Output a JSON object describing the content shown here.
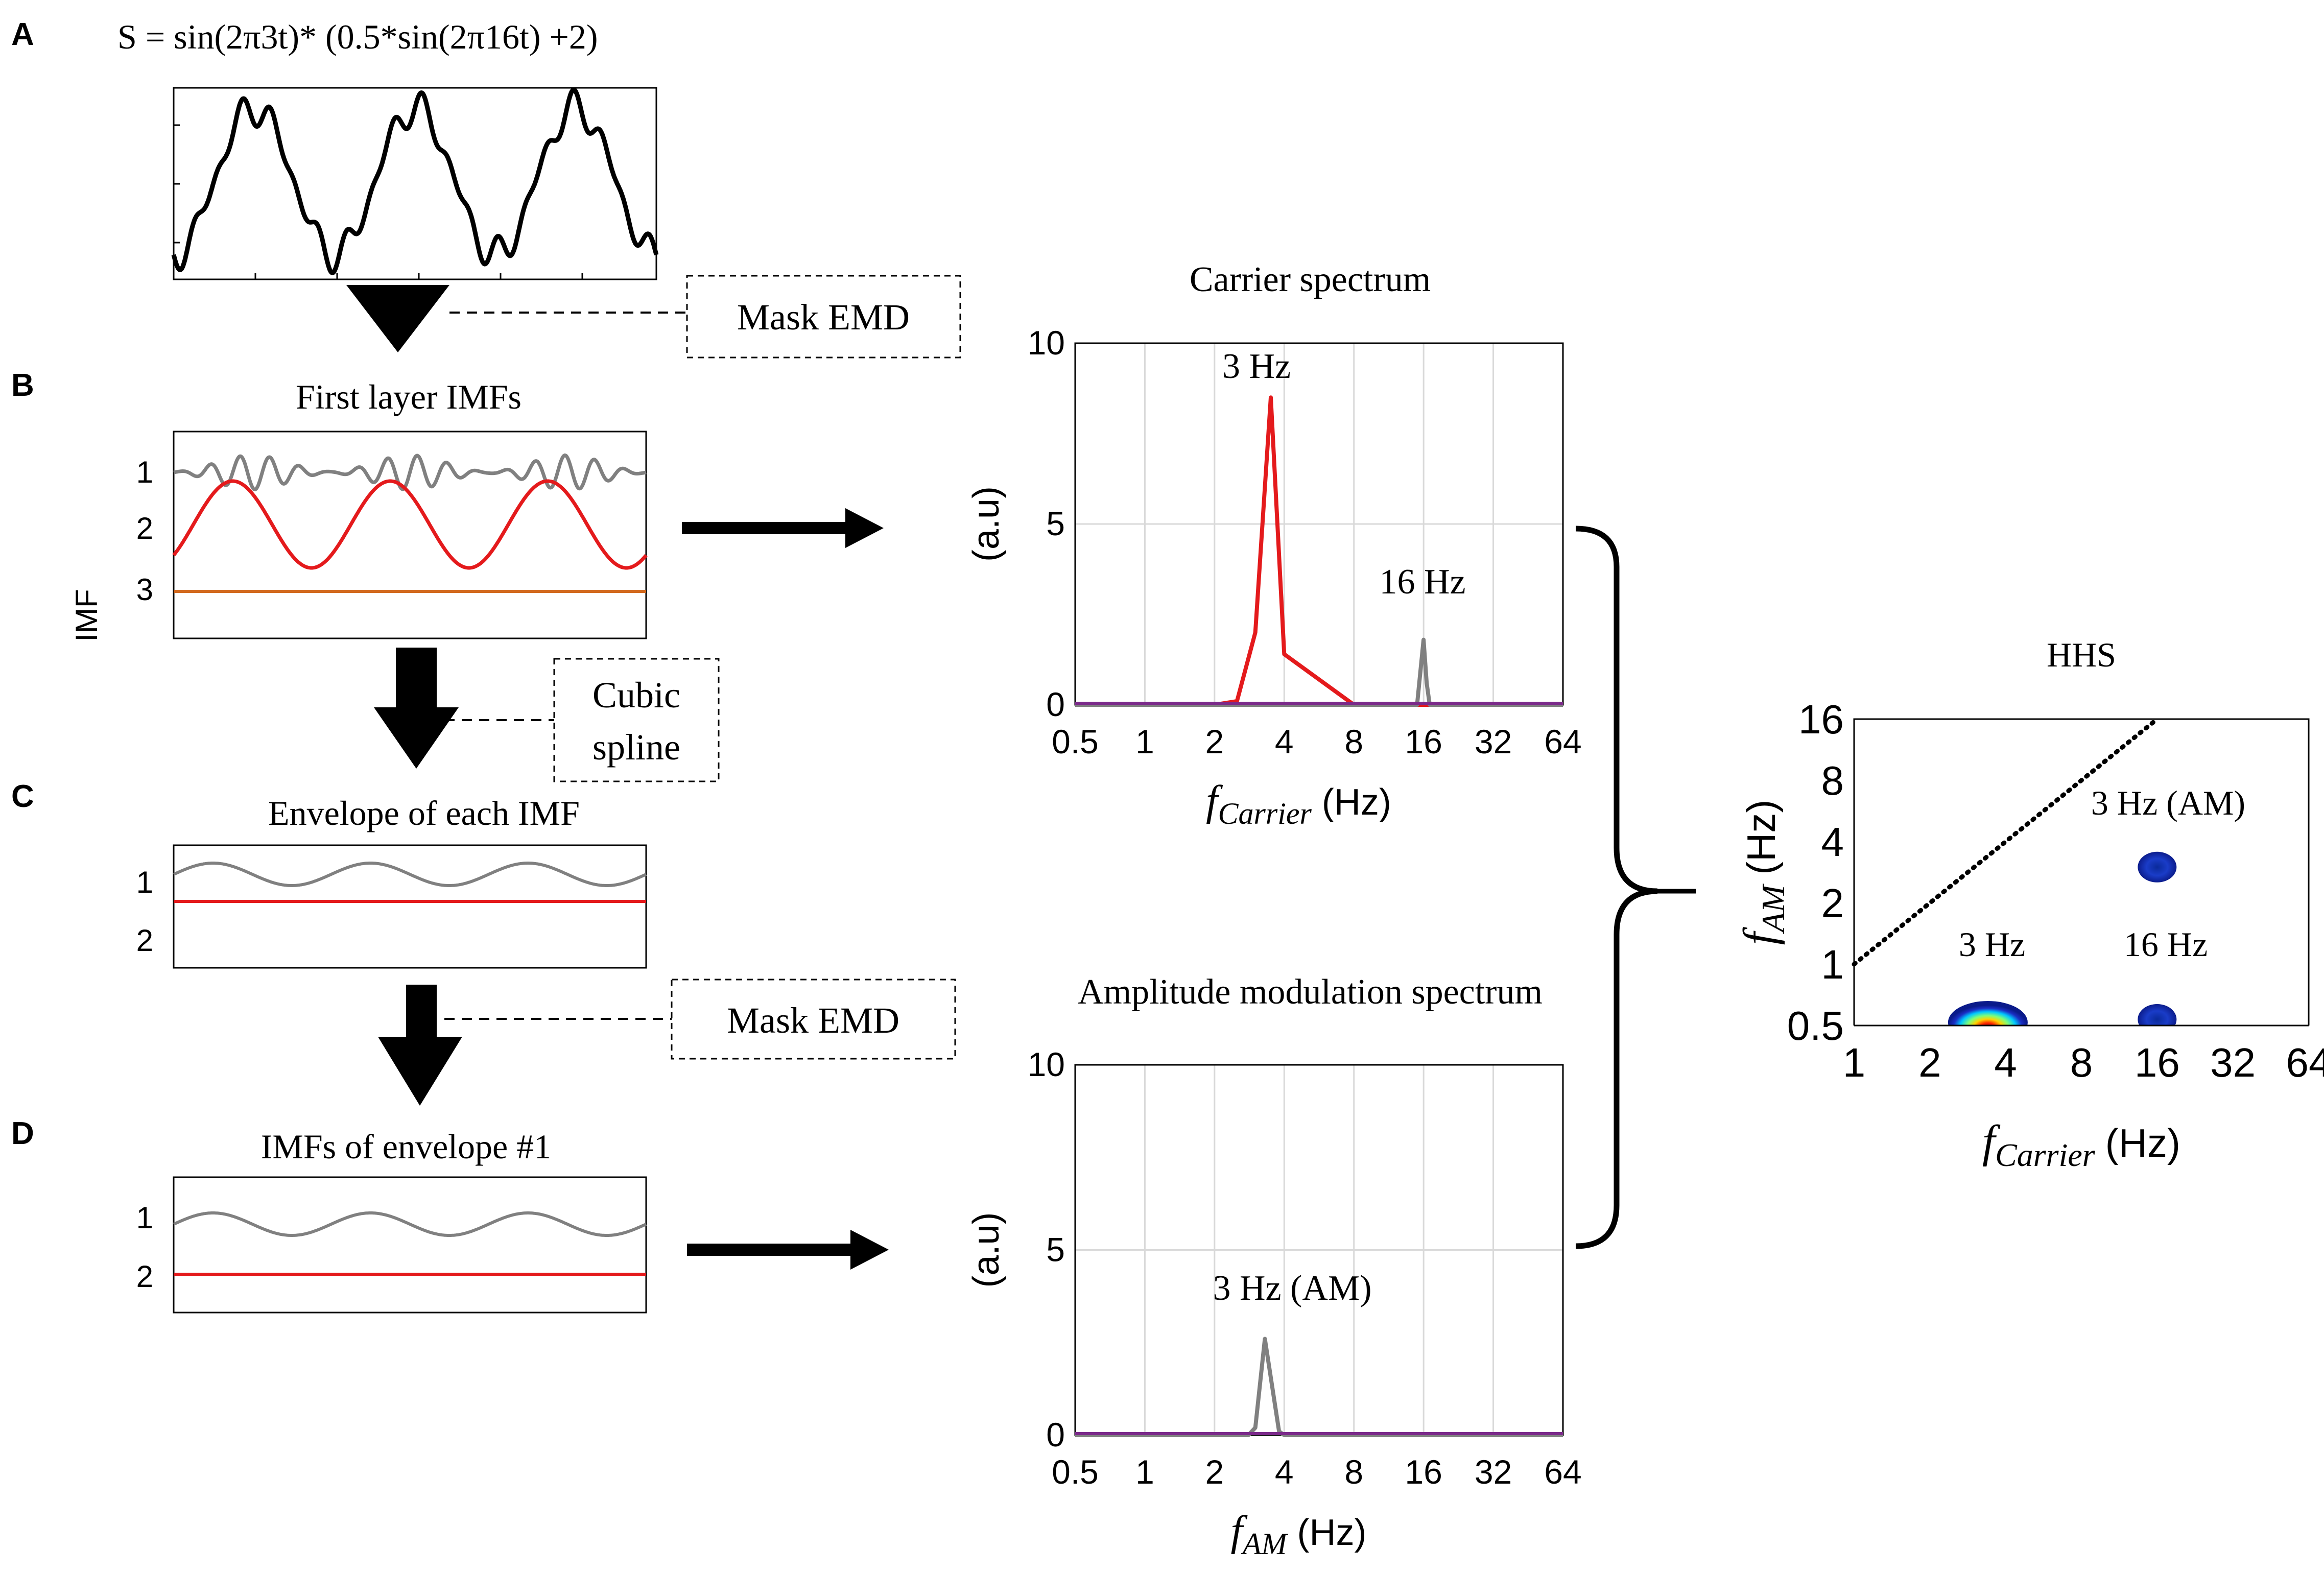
{
  "panel_letters": [
    "A",
    "B",
    "C",
    "D"
  ],
  "panel_a": {
    "formula": "S = sin(2π3t)* (0.5*sin(2π16t) +2)"
  },
  "panel_b": {
    "title": "First layer IMFs",
    "row_labels": [
      "1",
      "2",
      "3"
    ],
    "axis_label": "IMF"
  },
  "panel_c": {
    "title": "Envelope of each IMF",
    "row_labels": [
      "1",
      "2"
    ]
  },
  "panel_d": {
    "title": "IMFs of envelope #1",
    "row_labels": [
      "1",
      "2"
    ]
  },
  "process_boxes": [
    "Mask EMD",
    "Cubic",
    "spline",
    "Mask EMD"
  ],
  "carrier_spectrum": {
    "title": "Carrier spectrum",
    "ylabel": "(a.u)",
    "xlabel_f": "f",
    "xlabel_sub": "Carrier",
    "xlabel_unit": "(Hz)",
    "yticks": [
      "10",
      "5",
      "0"
    ],
    "xticks": [
      "0.5",
      "1",
      "2",
      "4",
      "8",
      "16",
      "32",
      "64"
    ],
    "annotations": [
      "3 Hz",
      "16 Hz"
    ]
  },
  "am_spectrum": {
    "title": "Amplitude modulation spectrum",
    "ylabel": "(a.u)",
    "xlabel_f": "f",
    "xlabel_sub": "AM",
    "xlabel_unit": "(Hz)",
    "yticks": [
      "10",
      "5",
      "0"
    ],
    "xticks": [
      "0.5",
      "1",
      "2",
      "4",
      "8",
      "16",
      "32",
      "64"
    ],
    "annotations": [
      "3 Hz (AM)"
    ]
  },
  "hhs": {
    "title": "HHS",
    "ylabel_f": "f",
    "ylabel_sub": "AM",
    "ylabel_unit": "(Hz)",
    "xlabel_f": "f",
    "xlabel_sub": "Carrier",
    "xlabel_unit": "(Hz)",
    "yticks": [
      "16",
      "8",
      "4",
      "2",
      "1",
      "0.5"
    ],
    "xticks": [
      "1",
      "2",
      "4",
      "8",
      "16",
      "32",
      "64"
    ],
    "annotations": [
      "3 Hz (AM)",
      "3 Hz",
      "16 Hz"
    ]
  },
  "colors": {
    "imf1": "#808080",
    "imf2": "#e41a1c",
    "imf3": "#d2691e",
    "trace": "#000000",
    "baseline": "#7b2a8a",
    "grid": "#d9d9d9",
    "blob_outer": "#1a2ec4"
  },
  "chart_data": [
    {
      "type": "line",
      "title": "Carrier spectrum",
      "xlabel": "fCarrier (Hz)",
      "ylabel": "(a.u)",
      "x_scale": "log2",
      "xlim": [
        0.5,
        64
      ],
      "ylim": [
        0,
        10
      ],
      "grid": true,
      "series": [
        {
          "x": [
            0.5,
            1,
            2,
            2.5,
            3,
            3.5,
            4,
            8,
            16,
            64
          ],
          "y": [
            0,
            0,
            0,
            0.1,
            2.0,
            8.5,
            1.4,
            0,
            0,
            0
          ]
        },
        {
          "x": [
            0.5,
            1,
            8,
            15,
            16,
            16.5,
            17,
            32,
            64
          ],
          "y": [
            0,
            0,
            0,
            0,
            1.8,
            0.6,
            0,
            0,
            0
          ]
        }
      ]
    },
    {
      "type": "line",
      "title": "Amplitude modulation spectrum",
      "xlabel": "fAM (Hz)",
      "ylabel": "(a.u)",
      "x_scale": "log2",
      "xlim": [
        0.5,
        64
      ],
      "ylim": [
        0,
        10
      ],
      "grid": true,
      "series": [
        {
          "x": [
            0.5,
            1,
            2,
            2.8,
            3,
            3.3,
            3.8,
            4,
            8,
            16,
            64
          ],
          "y": [
            0,
            0,
            0,
            0,
            0.2,
            2.6,
            0.1,
            0,
            0,
            0,
            0
          ]
        }
      ]
    },
    {
      "type": "heatmap",
      "title": "HHS",
      "xlabel": "fCarrier (Hz)",
      "ylabel": "fAM (Hz)",
      "x_scale": "log2",
      "y_scale": "log2",
      "xlim": [
        1,
        64
      ],
      "ylim": [
        0.5,
        16
      ],
      "grid": false,
      "diagonal": {
        "x": [
          1,
          16
        ],
        "y": [
          1,
          16
        ]
      },
      "blobs": [
        {
          "x": 3.4,
          "y": 0.5,
          "intensity": "high"
        },
        {
          "x": 16,
          "y": 0.5,
          "intensity": "low"
        },
        {
          "x": 16,
          "y": 3,
          "intensity": "low"
        }
      ]
    }
  ]
}
